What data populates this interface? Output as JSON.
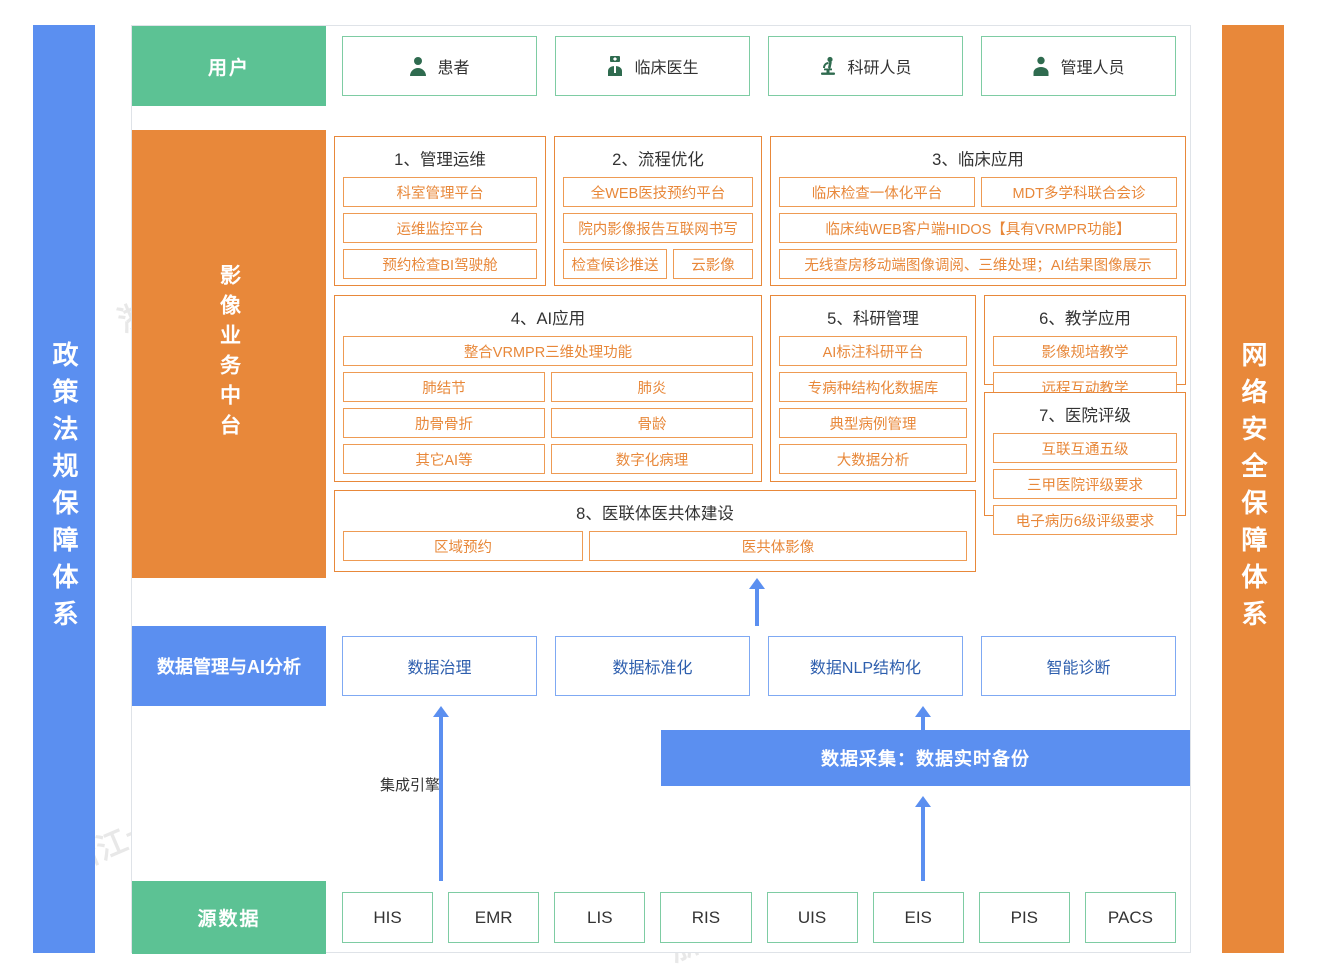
{
  "sidebars": {
    "left": {
      "label": "政策法规保障体系",
      "color": "#5B8FF0"
    },
    "right": {
      "label": "网络安全保障体系",
      "color": "#E8883A"
    }
  },
  "watermark": {
    "text": "浙江卡易智慧医疗科技有限公司"
  },
  "user_row": {
    "label": "用户",
    "color": "#5CC294",
    "items": [
      {
        "icon": "person-icon",
        "label": "患者"
      },
      {
        "icon": "doctor-icon",
        "label": "临床医生"
      },
      {
        "icon": "microscope-icon",
        "label": "科研人员"
      },
      {
        "icon": "manager-icon",
        "label": "管理人员"
      }
    ]
  },
  "mid_row": {
    "label": "影像业务中台",
    "color": "#E8883A",
    "groups": [
      {
        "title": "1、管理运维",
        "rows": [
          [
            "科室管理平台"
          ],
          [
            "运维监控平台"
          ],
          [
            "预约检查BI驾驶舱"
          ]
        ]
      },
      {
        "title": "2、流程优化",
        "rows": [
          [
            "全WEB医技预约平台"
          ],
          [
            "院内影像报告互联网书写"
          ],
          [
            "检查候诊推送",
            "云影像"
          ]
        ]
      },
      {
        "title": "3、临床应用",
        "rows": [
          [
            "临床检查一体化平台",
            "MDT多学科联合会诊"
          ],
          [
            "临床纯WEB客户端HIDOS【具有VRMPR功能】"
          ],
          [
            "无线查房移动端图像调阅、三维处理；AI结果图像展示"
          ]
        ]
      },
      {
        "title": "4、AI应用",
        "rows": [
          [
            "整合VRMPR三维处理功能"
          ],
          [
            "肺结节",
            "肺炎"
          ],
          [
            "肋骨骨折",
            "骨龄"
          ],
          [
            "其它AI等",
            "数字化病理"
          ]
        ]
      },
      {
        "title": "5、科研管理",
        "rows": [
          [
            "AI标注科研平台"
          ],
          [
            "专病种结构化数据库"
          ],
          [
            "典型病例管理"
          ],
          [
            "大数据分析"
          ]
        ]
      },
      {
        "title": "6、教学应用",
        "rows": [
          [
            "影像规培教学"
          ],
          [
            "远程互动教学"
          ]
        ]
      },
      {
        "title": "7、医院评级",
        "rows": [
          [
            "互联互通五级"
          ],
          [
            "三甲医院评级要求"
          ],
          [
            "电子病历6级评级要求"
          ]
        ]
      },
      {
        "title": "8、医联体医共体建设",
        "rows": [
          [
            "区域预约",
            "医共体影像"
          ]
        ]
      }
    ]
  },
  "data_row": {
    "label": "数据管理与AI分析",
    "color": "#5B8FF0",
    "items": [
      "数据治理",
      "数据标准化",
      "数据NLP结构化",
      "智能诊断"
    ]
  },
  "gap_row": {
    "collect_bar": "数据采集：数据实时备份",
    "integration_label": "集成引擎",
    "arrow_color": "#5B8FF0"
  },
  "source_row": {
    "label": "源数据",
    "color": "#5CC294",
    "items": [
      "HIS",
      "EMR",
      "LIS",
      "RIS",
      "UIS",
      "EIS",
      "PIS",
      "PACS"
    ]
  }
}
